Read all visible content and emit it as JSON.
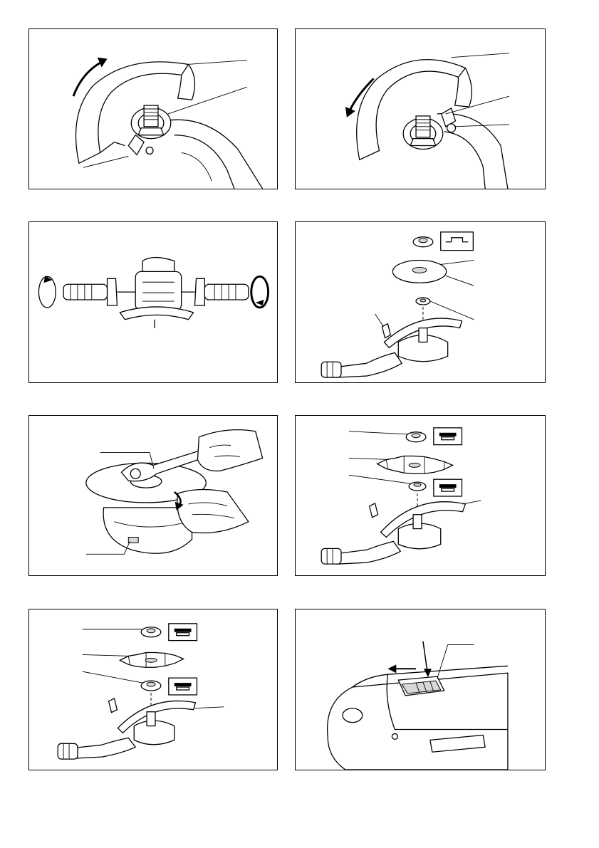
{
  "document": {
    "type": "instruction-figure-sheet",
    "columns": 2,
    "rows": 4,
    "has_visible_text": false
  },
  "figures": [
    {
      "icon": "wheel-guard-installation-icon",
      "arrow": "clockwise"
    },
    {
      "icon": "wheel-guard-clamp-icon",
      "arrow": "counter-clockwise"
    },
    {
      "icon": "side-grip-installation-icon",
      "arrow": "both-sides"
    },
    {
      "icon": "depressed-wheel-stack-icon",
      "arrow": "none"
    },
    {
      "icon": "lock-nut-wrench-icon",
      "arrow": "tighten"
    },
    {
      "icon": "diamond-wheel-stack-icon",
      "arrow": "none"
    },
    {
      "icon": "segmented-wheel-stack-icon",
      "arrow": "none"
    },
    {
      "icon": "slide-switch-icon",
      "arrow": "forward"
    }
  ],
  "colors": {
    "line": "#000000",
    "background": "#ffffff",
    "shade": "#d8d8d8"
  }
}
